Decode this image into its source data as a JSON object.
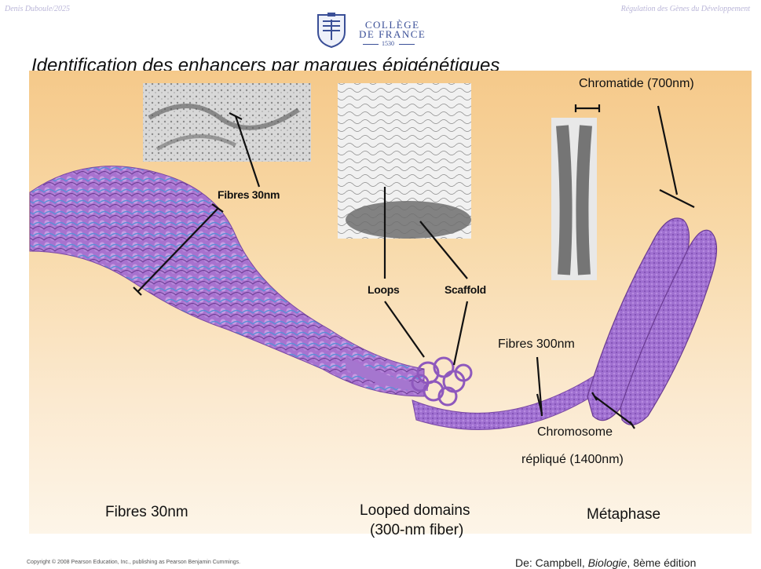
{
  "header": {
    "author": "Denis Duboule/2025",
    "course": "Régulation des Gènes du Développement",
    "logo_name_line1": "COLLÈGE",
    "logo_name_line2": "DE FRANCE",
    "logo_year": "1530"
  },
  "slide": {
    "title": "Identification des enhancers par marques épigénétiques"
  },
  "labels": {
    "fibres30_callout": "Fibres 30nm",
    "loops": "Loops",
    "scaffold": "Scaffold",
    "fibres300": "Fibres 300nm",
    "chromatide": "Chromatide (700nm)",
    "chromosome_line1": "Chromosome",
    "chromosome_line2": "répliqué (1400nm)"
  },
  "captions": {
    "left": "Fibres 30nm",
    "middle_line1": "Looped domains",
    "middle_line2": "(300-nm fiber)",
    "right": "Métaphase"
  },
  "footer": {
    "copyright": "Copyright © 2008 Pearson Education, Inc., publishing as Pearson Benjamin Cummings.",
    "source_prefix": "De: Campbell, ",
    "source_book": "Biologie",
    "source_suffix": ", 8ème édition"
  },
  "colors": {
    "chromatin": "#9b64c4",
    "chromatin_dark": "#6a3a92",
    "fiber_blue": "#5b8fd6",
    "logo": "#3a4f97",
    "background_top": "#f5c98a",
    "background_bottom": "#fdf5e8"
  }
}
